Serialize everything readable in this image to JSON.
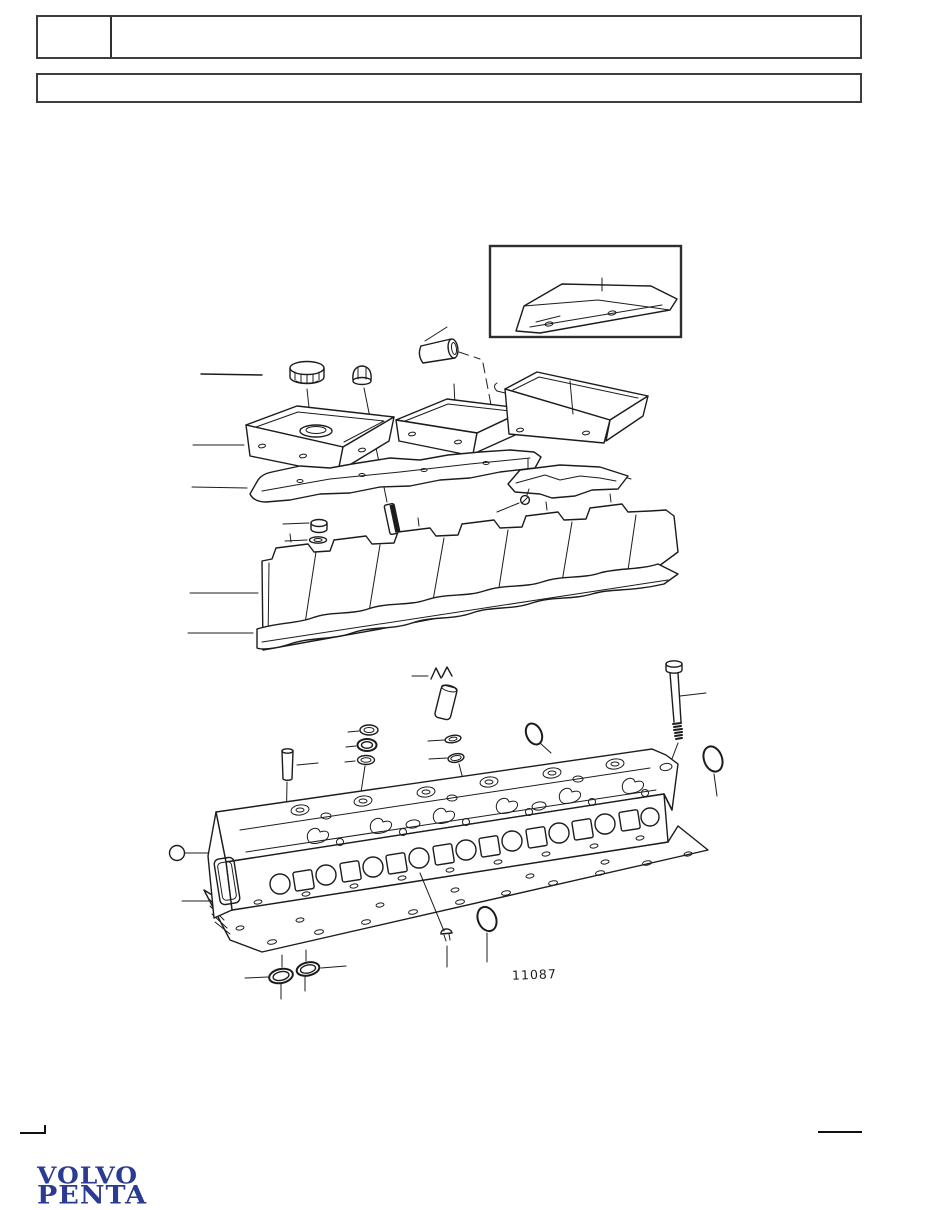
{
  "page": {
    "background": "#ffffff",
    "ink": "#1c1c1c"
  },
  "header": {
    "box1_left_cell_text": "",
    "box1_right_cell_text": "",
    "box2_text": ""
  },
  "figure": {
    "number": "11087"
  },
  "brand": {
    "line1": "VOLVO",
    "line2": "PENTA",
    "color": "#2b3a92"
  }
}
